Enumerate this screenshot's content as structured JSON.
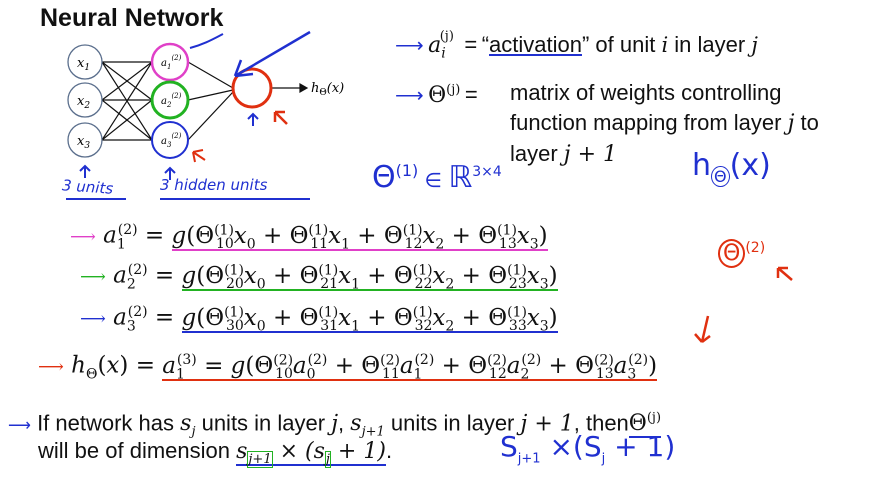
{
  "slide": {
    "title": "Neural Network",
    "definitions": [
      {
        "symbol": "a_i^(j)",
        "equals": "=",
        "text_prefix": "“",
        "emph": "activation",
        "text_suffix": "” of unit ",
        "var_i": "i",
        "mid": " in layer ",
        "var_j": "j"
      },
      {
        "symbol": "Θ^(j)",
        "equals": "=",
        "line1": "matrix of weights controlling",
        "line2_a": "function mapping from layer ",
        "line2_j": "j",
        "line2_b": " to",
        "line3_a": "layer ",
        "line3_expr": "j + 1"
      }
    ],
    "network": {
      "inputs": [
        "x1",
        "x2",
        "x3"
      ],
      "hidden": [
        "a1(2)",
        "a2(2)",
        "a3(2)"
      ],
      "output": "hΘ(x)"
    },
    "equations": [
      {
        "lhs": "a1(2)",
        "rhs": "g(Θ10(1)x0 + Θ11(1)x1 + Θ12(1)x2 + Θ13(1)x3)"
      },
      {
        "lhs": "a2(2)",
        "rhs": "g(Θ20(1)x0 + Θ21(1)x1 + Θ22(1)x2 + Θ23(1)x3)"
      },
      {
        "lhs": "a3(2)",
        "rhs": "g(Θ30(1)x0 + Θ31(1)x1 + Θ32(1)x2 + Θ33(1)x3)"
      },
      {
        "lhs": "hΘ(x) = a1(3)",
        "rhs": "g(Θ10(2)a0(2) + Θ11(2)a1(2) + Θ12(2)a2(2) + Θ13(2)a3(2))"
      }
    ],
    "bullet": {
      "line1_a": "If network has ",
      "line1_b": " units in layer ",
      "line1_c": ", ",
      "line1_d": " units in layer ",
      "line1_e": ", then",
      "line2_a": "will be of dimension ",
      "line2_end": "."
    },
    "annotations": {
      "units3": "3 units",
      "hidden3": "3 hidden units",
      "theta_dim": "Θ(1) ∈ ℝ3×4",
      "h_theta": "hΘ(x)",
      "theta2": "Θ(2)",
      "dim_hand": "Sj+1 × (Sj + 1)"
    },
    "colors": {
      "pink": "#e040c8",
      "green": "#22b222",
      "blue": "#2030d0",
      "red": "#e03010",
      "node_stroke": "#5a6e8c"
    }
  }
}
